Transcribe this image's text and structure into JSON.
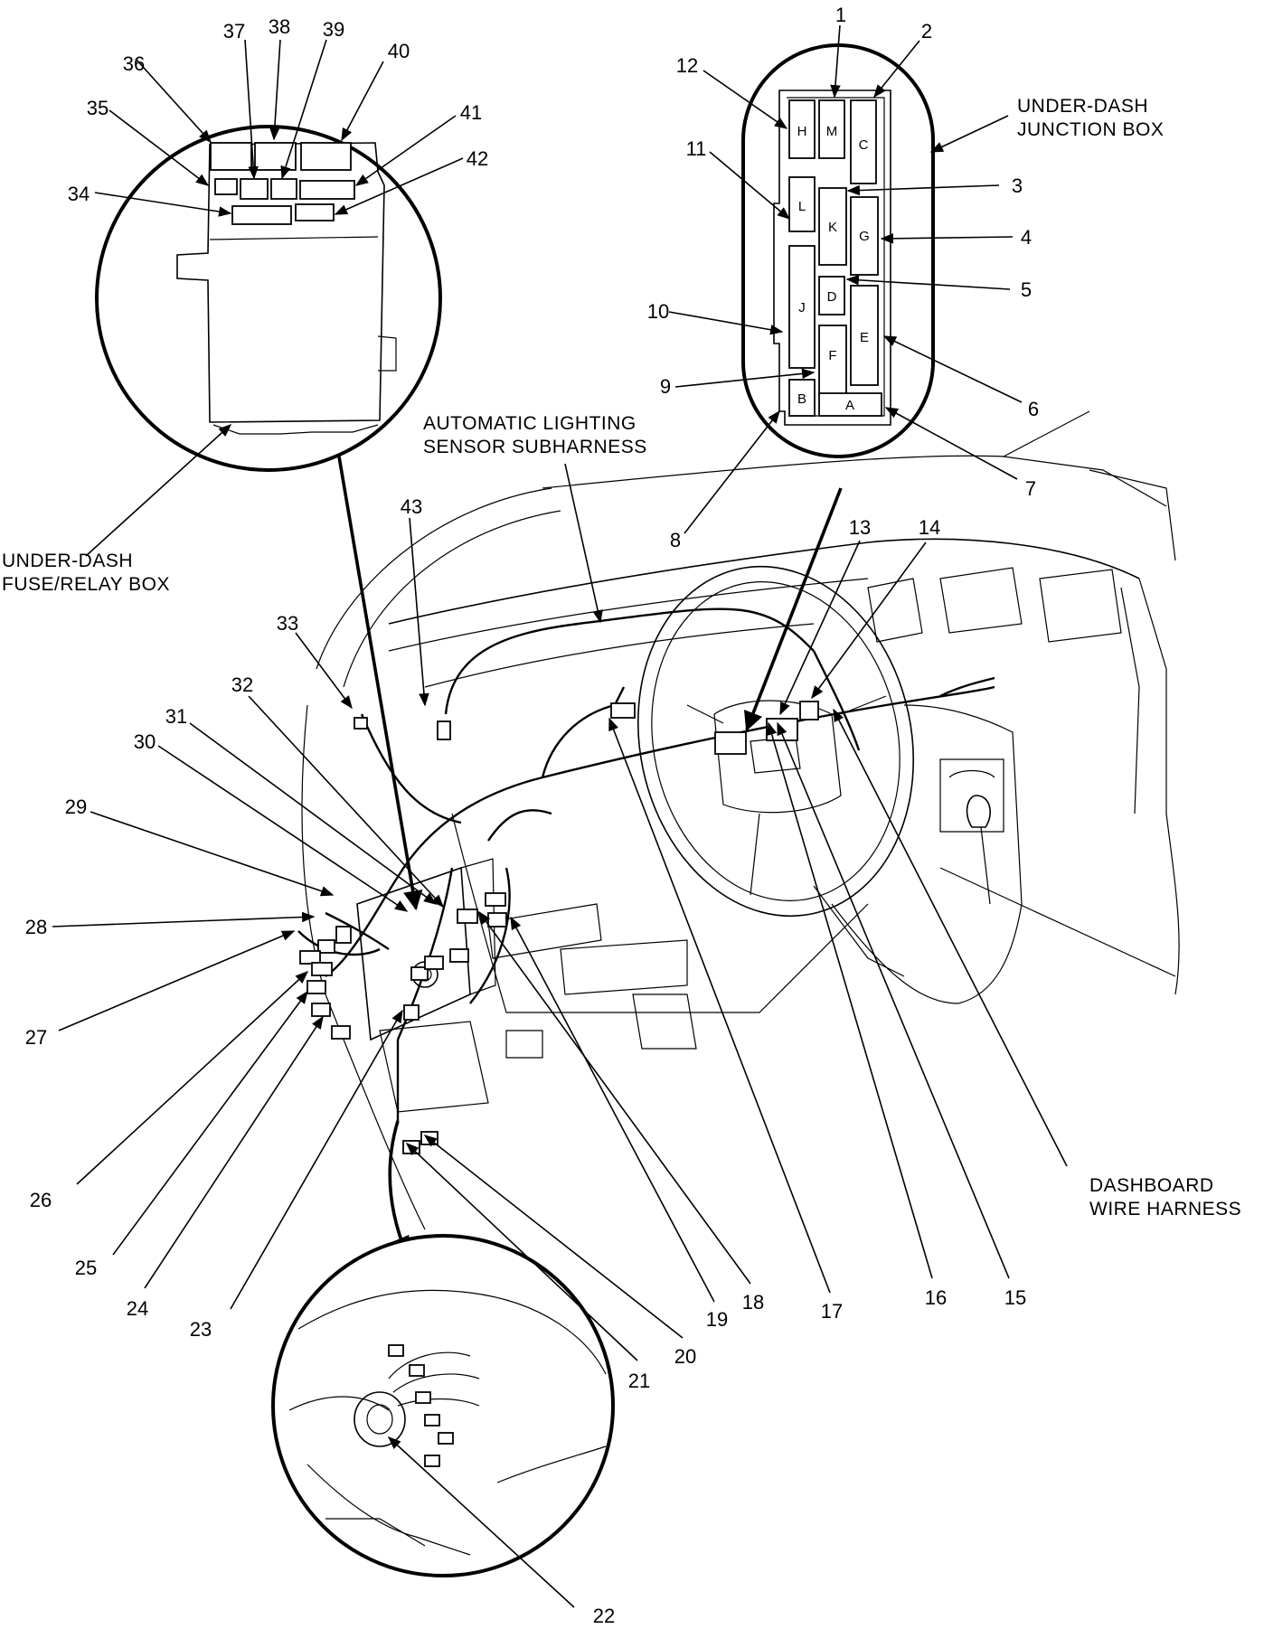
{
  "captions": {
    "junction_box": [
      "UNDER-DASH",
      "JUNCTION BOX"
    ],
    "fuse_relay_box": [
      "UNDER-DASH",
      "FUSE/RELAY BOX"
    ],
    "lighting_sensor": [
      "AUTOMATIC LIGHTING",
      "SENSOR SUBHARNESS"
    ],
    "dashboard_harness": [
      "DASHBOARD",
      "WIRE HARNESS"
    ]
  },
  "junction_slots": [
    "H",
    "M",
    "C",
    "L",
    "K",
    "G",
    "J",
    "D",
    "E",
    "F",
    "B",
    "A"
  ],
  "callouts": [
    "1",
    "2",
    "3",
    "4",
    "5",
    "6",
    "7",
    "8",
    "9",
    "10",
    "11",
    "12",
    "13",
    "14",
    "15",
    "16",
    "17",
    "18",
    "19",
    "20",
    "21",
    "22",
    "23",
    "24",
    "25",
    "26",
    "27",
    "28",
    "29",
    "30",
    "31",
    "32",
    "33",
    "34",
    "35",
    "36",
    "37",
    "38",
    "39",
    "40",
    "41",
    "42",
    "43"
  ]
}
